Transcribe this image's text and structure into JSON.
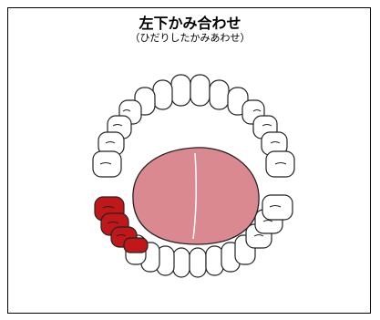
{
  "diagram": {
    "title": "左下かみ合わせ",
    "subtitle": "（ひだりしたかみあわせ）",
    "colors": {
      "highlight": "#c0181a",
      "tongue": "#d9898f",
      "tooth": "#ffffff",
      "outline": "#222222"
    },
    "highlighted_region": "lower-left-molars"
  }
}
